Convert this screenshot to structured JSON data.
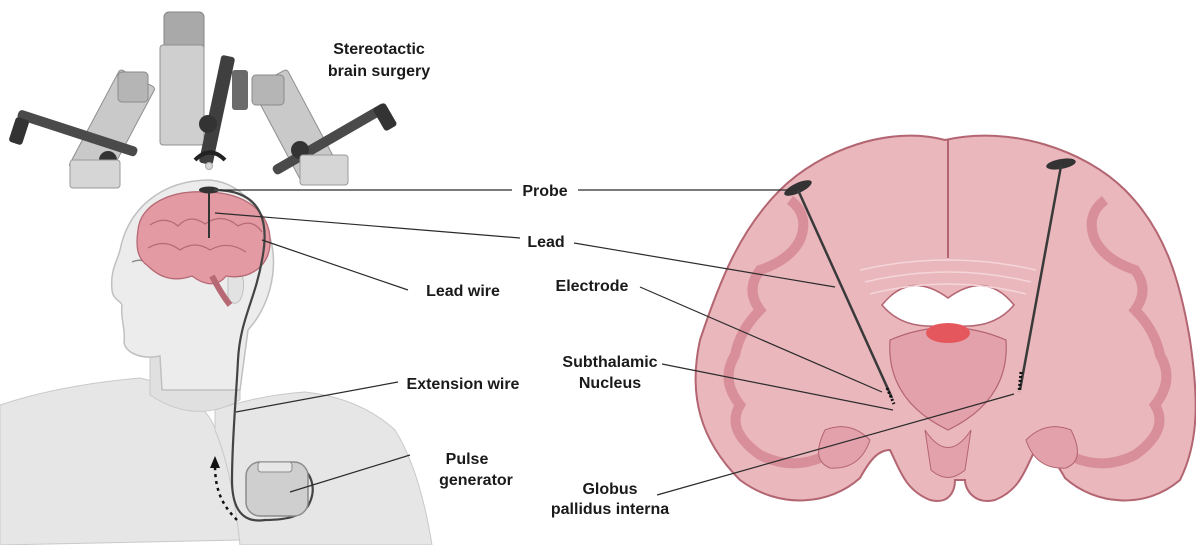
{
  "labels": {
    "stereotactic_1": "Stereotactic",
    "stereotactic_2": "brain surgery",
    "probe": "Probe",
    "lead": "Lead",
    "lead_wire": "Lead wire",
    "extension_wire": "Extension wire",
    "pulse_generator_1": "Pulse",
    "pulse_generator_2": "generator",
    "electrode": "Electrode",
    "subthalamic_1": "Subthalamic",
    "subthalamic_2": "Nucleus",
    "globus_1": "Globus",
    "globus_2": "pallidus interna"
  }
}
